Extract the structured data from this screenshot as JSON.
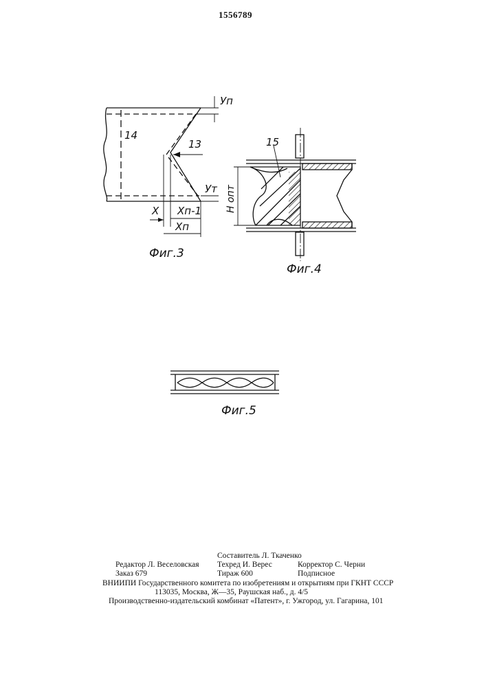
{
  "patent_number": "1556789",
  "figures": {
    "fig3": {
      "caption": "Фиг.3",
      "labels": {
        "part_14": "14",
        "part_13": "13",
        "y_n": "Уп",
        "y_m": "Ут",
        "x": "Х",
        "x_n_1": "Хп-1",
        "x_n": "Хп"
      }
    },
    "fig4": {
      "caption": "Фиг.4",
      "labels": {
        "part_15": "15",
        "h_opt": "Н опт"
      }
    },
    "fig5": {
      "caption": "Фиг.5"
    }
  },
  "imprint": {
    "compiler": "Составитель Л. Ткаченко",
    "editor": "Редактор Л. Веселовская",
    "techred": "Техред И. Верес",
    "corrector": "Корректор С. Черни",
    "order": "Заказ 679",
    "circulation": "Тираж 600",
    "subscription": "Подписное",
    "vniipi": "ВНИИПИ Государственного комитета по изобретениям и открытиям при ГКНТ СССР",
    "address": "113035, Москва, Ж—35, Раушская наб., д. 4/5",
    "publisher": "Производственно-издательский комбинат «Патент», г. Ужгород, ул. Гагарина, 101"
  }
}
